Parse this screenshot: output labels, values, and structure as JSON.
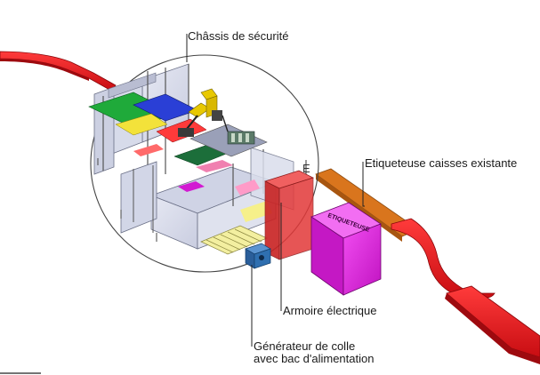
{
  "labels": {
    "chassis": "Châssis de sécurité",
    "etiqueteuse": "Etiqueteuse caisses existante",
    "armoire": "Armoire électrique",
    "generateur_line1": "Générateur de colle",
    "generateur_line2": "avec bac d'alimentation"
  },
  "machine_text": {
    "label_box": "ETIQUETEUSE",
    "cabinet_letter": "E"
  },
  "icons": [
    "robot-arm-icon",
    "glue-generator-icon",
    "roller-conveyor-icon"
  ],
  "colors": {
    "conveyor_red": "#e8141c",
    "conveyor_dark": "#a80a10",
    "conveyor_orange": "#d9751d",
    "labeler_magenta": "#e01ee0",
    "cabinet_red": "#d82a2a",
    "robot_yellow": "#e8c800",
    "generator_blue": "#2f6fb0",
    "frame_grey": "#bfc3d6",
    "leader_line": "#222222"
  }
}
